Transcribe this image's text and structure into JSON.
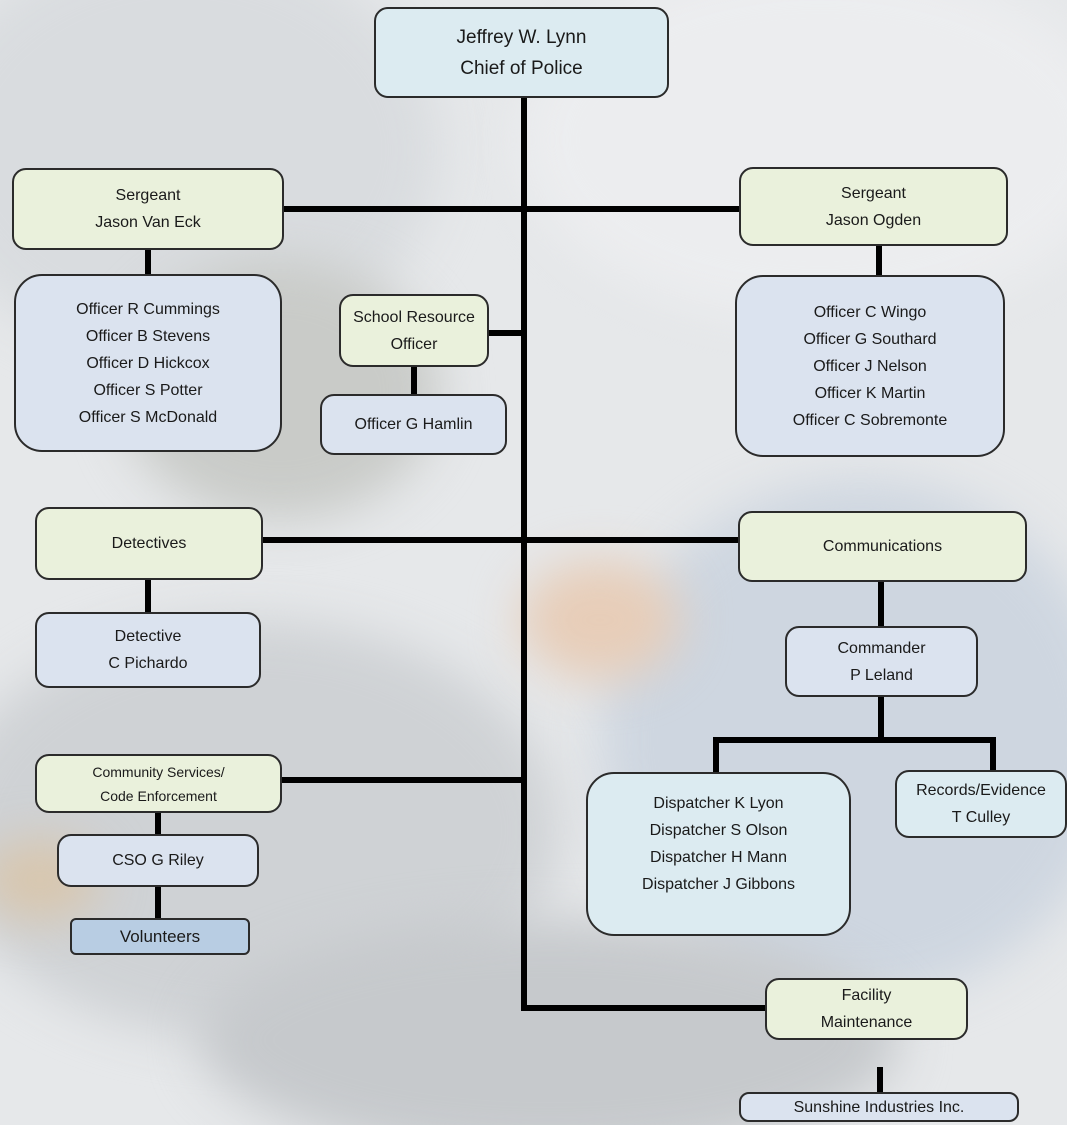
{
  "chief": {
    "name": "Jeffrey W. Lynn",
    "title": "Chief of Police"
  },
  "sergeant_left": {
    "title": "Sergeant",
    "name": "Jason Van Eck"
  },
  "sergeant_left_officers": [
    "Officer R Cummings",
    "Officer B Stevens",
    "Officer D Hickcox",
    "Officer S Potter",
    "Officer S McDonald"
  ],
  "sro": {
    "line1": "School Resource",
    "line2": "Officer",
    "officer": "Officer G Hamlin"
  },
  "sergeant_right": {
    "title": "Sergeant",
    "name": "Jason Ogden"
  },
  "sergeant_right_officers": [
    "Officer C Wingo",
    "Officer G Southard",
    "Officer J Nelson",
    "Officer K Martin",
    "Officer C Sobremonte"
  ],
  "detectives": {
    "label": "Detectives",
    "member_title": "Detective",
    "member_name": "C Pichardo"
  },
  "communications": {
    "label": "Communications",
    "commander_title": "Commander",
    "commander_name": "P Leland"
  },
  "dispatchers": [
    "Dispatcher K Lyon",
    "Dispatcher S Olson",
    "Dispatcher H Mann",
    "Dispatcher J Gibbons"
  ],
  "records": {
    "line1": "Records/Evidence",
    "line2": "T Culley"
  },
  "community": {
    "line1": "Community Services/",
    "line2": "Code Enforcement",
    "cso": "CSO G Riley",
    "volunteers": "Volunteers"
  },
  "facility": {
    "line1": "Facility",
    "line2": "Maintenance",
    "vendor": "Sunshine Industries Inc."
  },
  "colors": {
    "green_box": "#eaf1dc",
    "blue_box": "#dbe3ef",
    "cyan_box": "#dcebf1",
    "volunteer_box": "#b8cde3",
    "line": "#000000"
  }
}
